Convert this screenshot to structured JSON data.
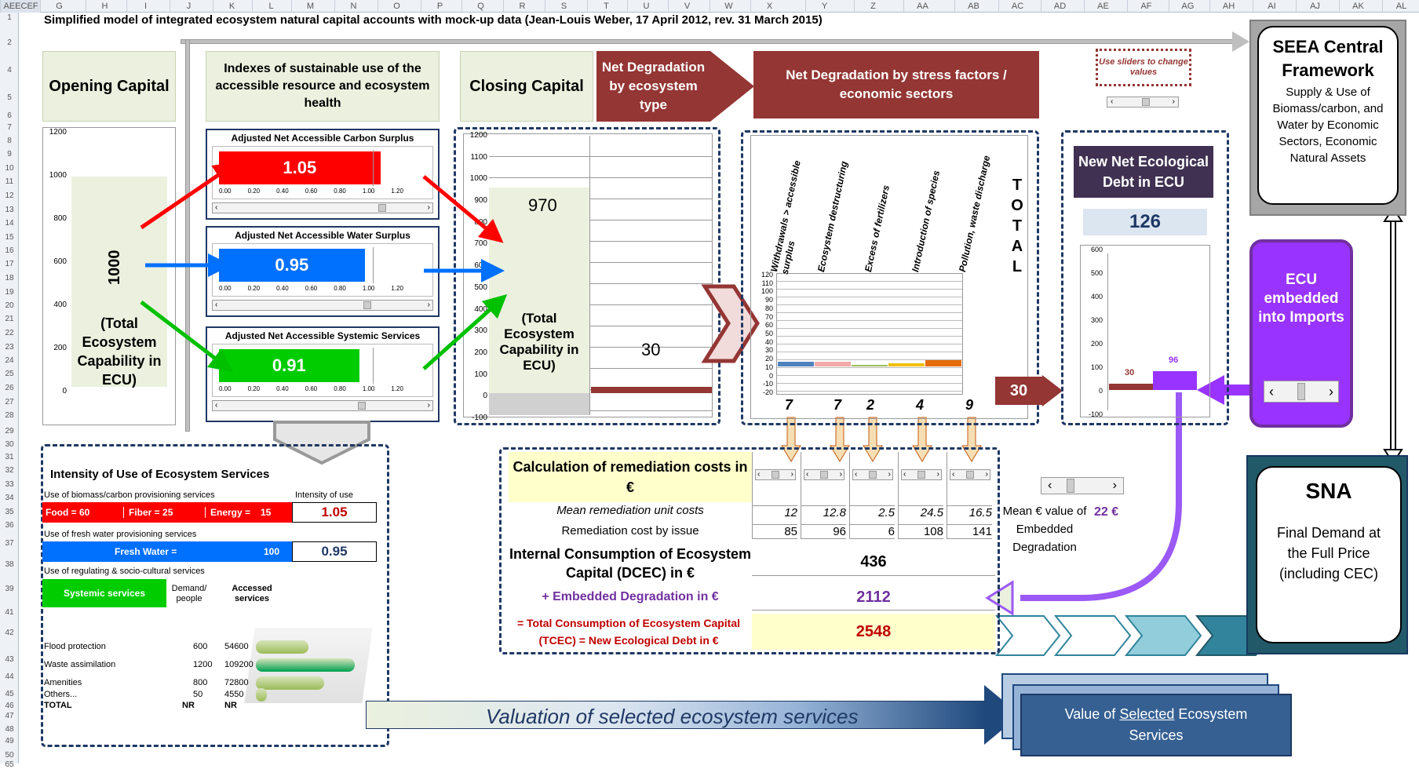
{
  "sheet": {
    "name_box": "AEECEF",
    "columns": [
      "G",
      "H",
      "I",
      "J",
      "K",
      "L",
      "M",
      "N",
      "O",
      "P",
      "Q",
      "R",
      "S",
      "T",
      "U",
      "V",
      "W",
      "X",
      "Y",
      "Z",
      "AA",
      "AB",
      "AC",
      "AD",
      "AE",
      "AF",
      "AG",
      "AH",
      "AI",
      "AJ",
      "AK",
      "AL"
    ],
    "rows": [
      "1",
      "2",
      "4",
      "5",
      "6",
      "7",
      "8",
      "9",
      "10",
      "11",
      "12",
      "13",
      "14",
      "15",
      "16",
      "17",
      "18",
      "19",
      "20",
      "21",
      "22",
      "23",
      "24",
      "25",
      "26",
      "27",
      "28",
      "29",
      "30",
      "31",
      "32",
      "33",
      "34",
      "35",
      "36",
      "37",
      "38",
      "39",
      "41",
      "42",
      "43",
      "44",
      "45",
      "46",
      "47",
      "48",
      "49",
      "50",
      "65"
    ]
  },
  "title": "Simplified model of integrated ecosystem natural capital  accounts with mock-up data (Jean-Louis Weber, 17 April 2012, rev. 31 March 2015)",
  "opening": {
    "header": "Opening Capital",
    "value": "1000",
    "label": "(Total Ecosystem Capability in ECU)",
    "ticks": [
      "1200",
      "1000",
      "800",
      "600",
      "400",
      "200",
      "0"
    ]
  },
  "indexes": {
    "header": "Indexes of sustainable use of the accessible resource and  ecosystem health",
    "gauges": [
      {
        "title": "Adjusted Net Accessible Carbon  Surplus",
        "value": "1.05",
        "color": "#ff0000",
        "frac": 0.875
      },
      {
        "title": "Adjusted Net Accessible Water  Surplus",
        "value": "0.95",
        "color": "#0070ff",
        "frac": 0.79
      },
      {
        "title": "Adjusted Net Accessible Systemic Services",
        "value": "0.91",
        "color": "#00cc00",
        "frac": 0.76
      }
    ],
    "ticks": [
      "0.00",
      "0.20",
      "0.40",
      "0.60",
      "0.80",
      "1.00",
      "1.20"
    ]
  },
  "closing": {
    "header": "Closing Capital",
    "value": "970",
    "label": "(Total Ecosystem Capability in ECU)",
    "degr_value": "30",
    "ticks": [
      "1200",
      "1100",
      "1000",
      "900",
      "800",
      "700",
      "600",
      "500",
      "400",
      "300",
      "200",
      "100",
      "0",
      "-100"
    ]
  },
  "net_degr_type": "Net Degradation by ecosystem type",
  "net_degr_stress": "Net Degradation by stress factors / economic sectors",
  "sliders_note": "Use sliders to change values",
  "stress": {
    "labels": [
      "Withdrawals > accessible surplus",
      "Ecosystem destructuring",
      "Excess of fertilizers",
      "Introduction of species",
      "Pollution, waste discharge"
    ],
    "total_label": "TOTAL",
    "ticks": [
      "120",
      "110",
      "100",
      "90",
      "80",
      "70",
      "60",
      "50",
      "40",
      "30",
      "20",
      "10",
      "0",
      "-10",
      "-20"
    ],
    "values": [
      "7",
      "7",
      "2",
      "4",
      "9"
    ],
    "colors": [
      "#4f81bd",
      "#f2a9a9",
      "#9bbb59",
      "#f0c000",
      "#e46c0a"
    ],
    "total": "30"
  },
  "seea": {
    "title": "SEEA Central Framework",
    "body": "Supply & Use of Biomass/carbon, and Water by Economic Sectors, Economic Natural Assets"
  },
  "debt": {
    "title": "New Net Ecological Debt in ECU",
    "value": "126",
    "ticks": [
      "600",
      "500",
      "400",
      "300",
      "200",
      "100",
      "0",
      "-100"
    ],
    "bar1": "30",
    "bar2": "96"
  },
  "ecu_imports": "ECU embedded into Imports",
  "sna": {
    "title": "SNA",
    "body": "Final Demand at the Full Price (including CEC)"
  },
  "remediation": {
    "title": "Calculation of remediation costs in €",
    "unit_label": "Mean remediation unit costs",
    "cost_label": "Remediation cost by issue",
    "unit_costs": [
      "12",
      "12.8",
      "2.5",
      "24.5",
      "16.5"
    ],
    "costs": [
      "85",
      "96",
      "6",
      "108",
      "141"
    ],
    "dcec_label": "Internal Consumption of Ecosystem Capital (DCEC) in €",
    "dcec": "436",
    "emb_label": "+ Embedded Degradation in €",
    "emb": "2112",
    "tcec_label": "= Total Consumption of Ecosystem Capital (TCEC) = New Ecological Debt in €",
    "tcec": "2548",
    "mean_label": "Mean € value of Embedded Degradation",
    "mean_value": "22 €"
  },
  "intensity": {
    "title": "Intensity of Use of Ecosystem Services",
    "bio_label": "Use of biomass/carbon provisioning services",
    "intensity_label": "Intensity of use",
    "food": "Food =  60",
    "fiber": "Fiber =  25",
    "energy": "Energy =",
    "energy_val": "15",
    "bio_value": "1.05",
    "water_label": "Use of fresh water  provisioning services",
    "water": "Fresh Water =",
    "water_val": "100",
    "water_value": "0.95",
    "reg_label": "Use of regulating & socio-cultural services",
    "systemic": "Systemic services",
    "demand_hdr": "Demand/ people",
    "access_hdr": "Accessed services",
    "rows": [
      {
        "name": "Flood protection",
        "d": "600",
        "a": "54600",
        "frac": 0.5
      },
      {
        "name": "Waste assimilation",
        "d": "1200",
        "a": "109200",
        "frac": 1.0
      },
      {
        "name": "Amenities",
        "d": "800",
        "a": "72800",
        "frac": 0.67
      },
      {
        "name": "Others...",
        "d": "50",
        "a": "4550",
        "frac": 0.05
      }
    ],
    "total": "TOTAL",
    "total_d": "NR",
    "total_a": "NR"
  },
  "valuation": "Valuation of selected ecosystem services",
  "value_selected": {
    "pre": "Value of ",
    "u": "Selected",
    "post": " Ecosystem Services"
  }
}
